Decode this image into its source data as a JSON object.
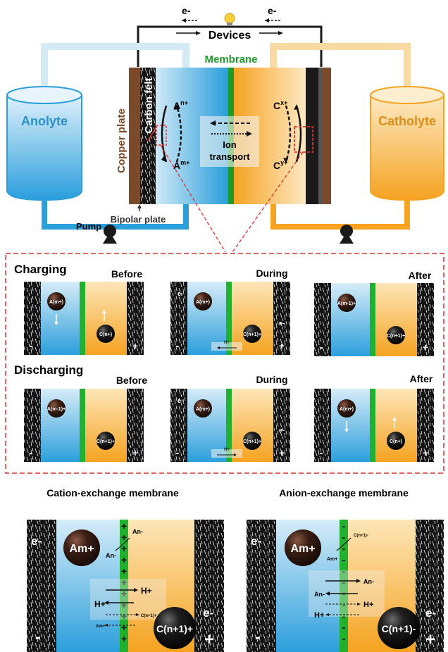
{
  "top": {
    "devices": "Devices",
    "electron_left": "e-",
    "electron_right": "e-",
    "membrane": "Membrane",
    "copper_plate": "Copper plate",
    "carbon_felt": "Carbon felt",
    "anolyte": "Anolyte",
    "catholyte": "Catholyte",
    "ion_transport": "Ion transport",
    "pump": "Pump",
    "bipolar_plate": "Bipolar plate",
    "anode_top": "A",
    "anode_top_sup": "n+",
    "anode_bottom": "A",
    "anode_bottom_sup": "m+",
    "cathode_top": "C",
    "cathode_top_sup": "x+",
    "cathode_bottom": "C",
    "cathode_bottom_sup": "y+"
  },
  "detail": {
    "charging": "Charging",
    "discharging": "Discharging",
    "before": "Before",
    "during": "During",
    "after": "After",
    "minus": "-",
    "plus": "+",
    "e": "e-",
    "h_plus": "H+",
    "a_m": "A(m+)",
    "a_m1": "A(m-1)+",
    "c_n": "C(n+)",
    "c_n1": "C(n+1)+"
  },
  "bottom": {
    "cation_title": "Cation-exchange membrane",
    "anion_title": "Anion-exchange membrane",
    "am": "Am+",
    "cn1_plus": "C(n+1)+",
    "cn1_minus": "C(n+1)-",
    "an": "An-",
    "h_plus": "H+",
    "cn1_small": "C(n+1)+",
    "am_small": "Am+",
    "cn1_small_minus": "C(n+1)-",
    "e": "e-",
    "minus": "-",
    "plus": "+"
  },
  "colors": {
    "anolyte": "#2b9fd9",
    "catholyte": "#f4a62a",
    "membrane": "#1e9b2a",
    "copper": "#7a4a2a",
    "felt": "#1a1a1a",
    "frame": "#d9302c"
  }
}
